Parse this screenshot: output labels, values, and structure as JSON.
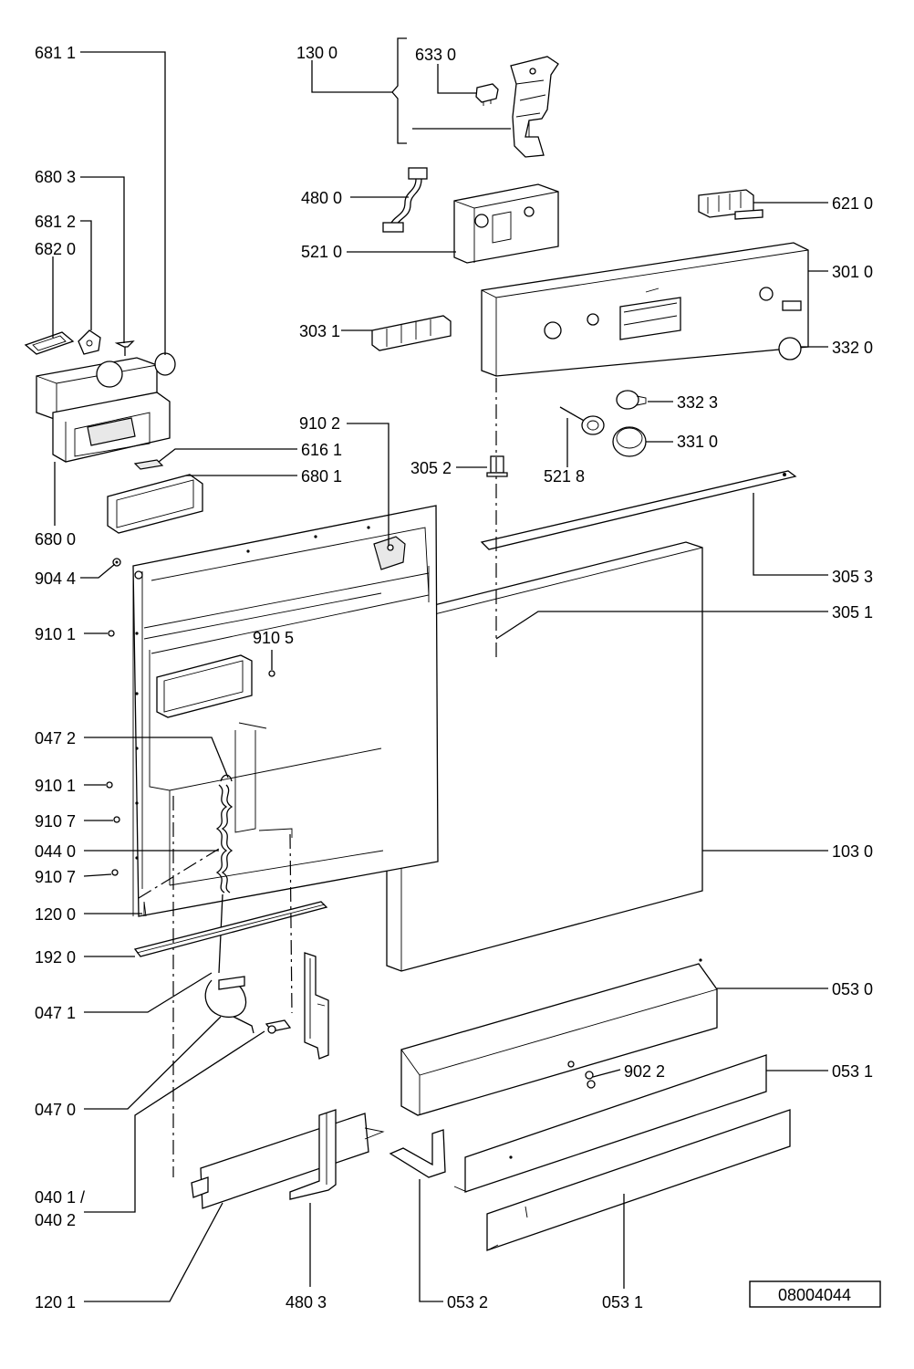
{
  "diagram": {
    "document_number": "08004044",
    "labels": {
      "p6811": "681 1",
      "p1300": "130 0",
      "p6330": "633 0",
      "p6803": "680 3",
      "p6812": "681 2",
      "p6820": "682 0",
      "p4800": "480 0",
      "p5210": "521 0",
      "p6210": "621 0",
      "p3010": "301 0",
      "p3031": "303 1",
      "p3320": "332 0",
      "p3323": "332 3",
      "p9102": "910 2",
      "p6161": "616 1",
      "p3310": "331 0",
      "p3052": "305 2",
      "p5218": "521 8",
      "p6801": "680 1",
      "p6800": "680 0",
      "p9044": "904 4",
      "p3053": "305 3",
      "p3051": "305 1",
      "p9101a": "910 1",
      "p9105": "910 5",
      "p0472": "047 2",
      "p9101b": "910 1",
      "p9107a": "910 7",
      "p0440": "044 0",
      "p1030": "103 0",
      "p9107b": "910 7",
      "p1200": "120 0",
      "p1920": "192 0",
      "p0530": "053 0",
      "p0471": "047 1",
      "p9022": "902 2",
      "p0531a": "053 1",
      "p0470": "047 0",
      "p0401": "040 1 /",
      "p0402": "040 2",
      "p1201": "120 1",
      "p4803": "480 3",
      "p0532": "053 2",
      "p0531b": "053 1"
    }
  }
}
